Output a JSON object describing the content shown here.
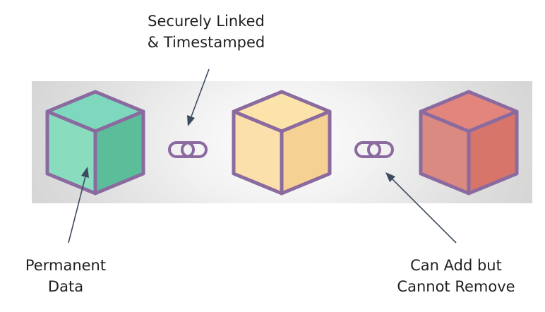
{
  "labels": {
    "top": [
      "Securely Linked",
      "& Timestamped"
    ],
    "left": [
      "Permanent",
      "Data"
    ],
    "right": [
      "Can Add but",
      "Cannot Remove"
    ]
  },
  "blocks": [
    {
      "name": "green",
      "top": "#7dd8bd",
      "left": "#8adcbf",
      "right": "#5cbd9b"
    },
    {
      "name": "yellow",
      "top": "#fbe3aa",
      "left": "#fbe0ac",
      "right": "#f5d193"
    },
    {
      "name": "red",
      "top": "#e2867d",
      "left": "#db8a82",
      "right": "#d7756b"
    }
  ],
  "colors": {
    "outline": "#8b6a9f",
    "arrow": "#3e4a5e",
    "chain": "#8b6a9f"
  }
}
